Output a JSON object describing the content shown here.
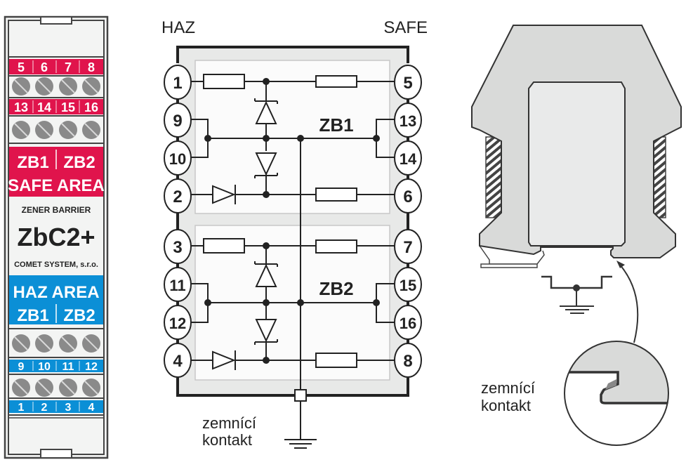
{
  "module_front": {
    "top_terminal_numbers": [
      "5",
      "6",
      "7",
      "8"
    ],
    "second_terminal_numbers": [
      "13",
      "14",
      "15",
      "16"
    ],
    "safe_zone_labels": [
      "ZB1",
      "ZB2"
    ],
    "safe_area_label": "SAFE AREA",
    "product_type": "ZENER BARRIER",
    "product_name": "ZbC2+",
    "manufacturer": "COMET SYSTEM, s.r.o.",
    "haz_area_label": "HAZ AREA",
    "haz_zone_labels": [
      "ZB1",
      "ZB2"
    ],
    "third_terminal_numbers": [
      "9",
      "10",
      "11",
      "12"
    ],
    "bottom_terminal_numbers": [
      "1",
      "2",
      "3",
      "4"
    ],
    "colors": {
      "safe": "#e0144c",
      "haz": "#0b8fd6",
      "screw": "#8a8a8a"
    }
  },
  "schematic": {
    "haz_label": "HAZ",
    "safe_label": "SAFE",
    "haz_terminals": [
      "1",
      "9",
      "10",
      "2",
      "3",
      "11",
      "12",
      "4"
    ],
    "safe_terminals": [
      "5",
      "13",
      "14",
      "6",
      "7",
      "15",
      "16",
      "8"
    ],
    "block_labels": [
      "ZB1",
      "ZB2"
    ],
    "ground_label_line1": "zemnící",
    "ground_label_line2": "kontakt"
  },
  "housing": {
    "ground_label_line1": "zemnící",
    "ground_label_line2": "kontakt"
  }
}
